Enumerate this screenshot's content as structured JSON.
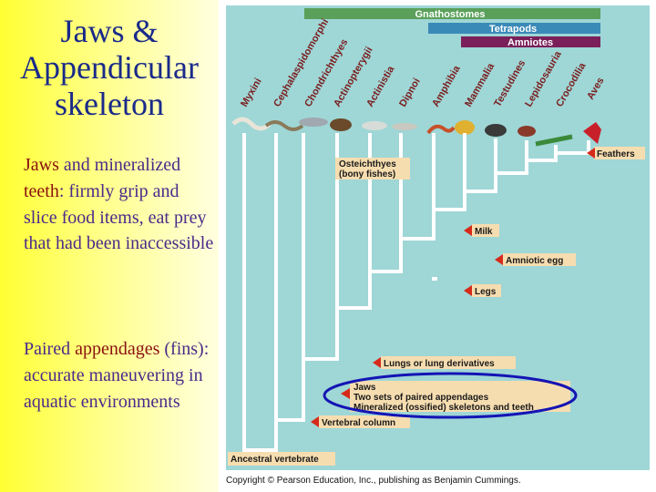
{
  "title": "Jaws &\nAppendicular\nskeleton",
  "paragraphs": {
    "jaws": {
      "t1": "Jaws",
      "t2": " and mineralized ",
      "t3": "teeth",
      "t4": ": firmly grip and slice food items, eat prey that had been inaccessible"
    },
    "appendages": {
      "t1": "Paired ",
      "t2": "appendages",
      "t3": " (fins): accurate maneuvering in aquatic environments"
    }
  },
  "diagram": {
    "clade_bars": [
      "Gnathostomes",
      "Tetrapods",
      "Amniotes"
    ],
    "taxa": [
      "Myxini",
      "Cephalaspidomorphi",
      "Chondrichthyes",
      "Actinopterygii",
      "Actinistia",
      "Dipnoi",
      "Amphibia",
      "Mammalia",
      "Testudines",
      "Lepidosauria",
      "Crocodilia",
      "Aves"
    ],
    "osteichthyes": [
      "Osteichthyes",
      "(bony fishes)"
    ],
    "characters": {
      "feathers": "Feathers",
      "milk": "Milk",
      "amniotic_egg": "Amniotic egg",
      "legs": "Legs",
      "lungs": "Lungs or lung derivatives",
      "jaws_box": [
        "Jaws",
        "Two sets of paired appendages",
        "Mineralized (ossified) skeletons and teeth"
      ],
      "vertebral_column": "Vertebral column",
      "ancestral": "Ancestral vertebrate"
    }
  },
  "copyright": "Copyright © Pearson Education, Inc., publishing as Benjamin Cummings.",
  "colors": {
    "gnathostomes_bar": "#5aa05a",
    "tetrapods_bar": "#3a8ab8",
    "amniotes_bar": "#7a1f5a",
    "tree_line": "#ffffff",
    "label_box": "#f6ddb0",
    "arrow": "#d62a1a",
    "highlight_oval": "#1414b4",
    "taxon_text": "#7a2020"
  }
}
